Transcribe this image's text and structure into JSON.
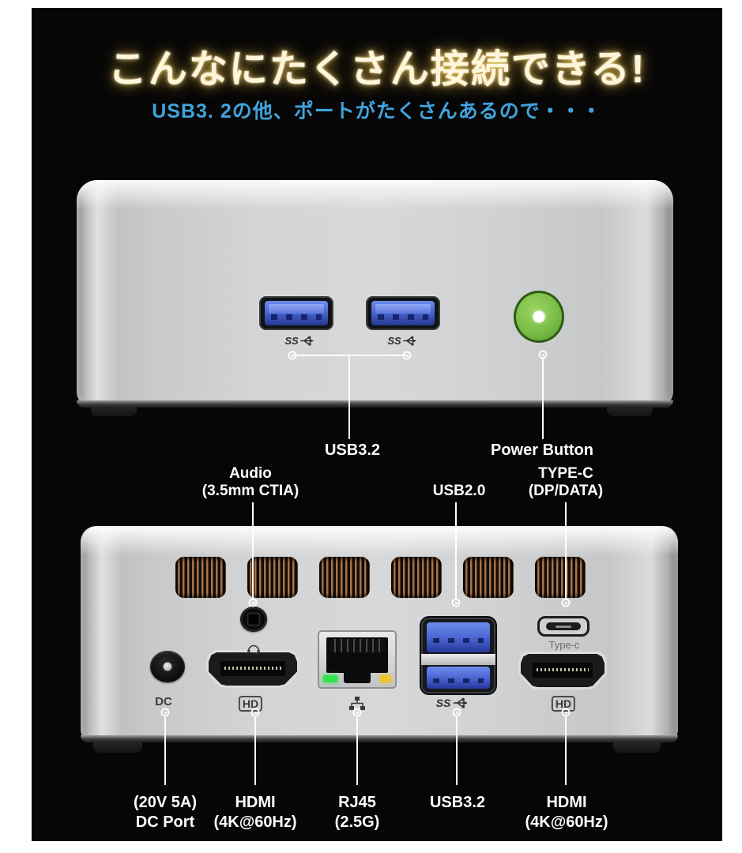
{
  "header": {
    "title": "こんなにたくさん接続できる!",
    "subtitle": "USB3. 2の他、ポートがたくさんあるので・・・",
    "title_color": "#fdf5dc",
    "title_glow_color": "#e7b93d",
    "subtitle_color": "#41a4dd"
  },
  "front_view": {
    "callout_labels": {
      "usb": "USB3.2",
      "power": "Power Button"
    },
    "power_button_color": "#7bbd47",
    "usb_port_color": "#4a67d2"
  },
  "back_view": {
    "top_callouts": [
      {
        "line1": "Audio",
        "line2": "(3.5mm CTIA)"
      },
      {
        "line1": "USB2.0",
        "line2": ""
      },
      {
        "line1": "TYPE-C",
        "line2": "(DP/DATA)"
      }
    ],
    "panel_markings": {
      "dc": "DC",
      "hdmi_left": "HD",
      "hdmi_right": "HD",
      "typec": "Type-c"
    },
    "bottom_callouts": [
      {
        "line1": "(20V 5A)",
        "line2": "DC Port"
      },
      {
        "line1": "HDMI",
        "line2": "(4K@60Hz)"
      },
      {
        "line1": "RJ45",
        "line2": "(2.5G)"
      },
      {
        "line1": "USB3.2",
        "line2": ""
      },
      {
        "line1": "HDMI",
        "line2": "(4K@60Hz)"
      }
    ],
    "led_colors": {
      "green": "#30e24c",
      "yellow": "#edc62b"
    },
    "vent_color": "#a9744a"
  },
  "icons": {
    "usb3_text": "SS"
  }
}
